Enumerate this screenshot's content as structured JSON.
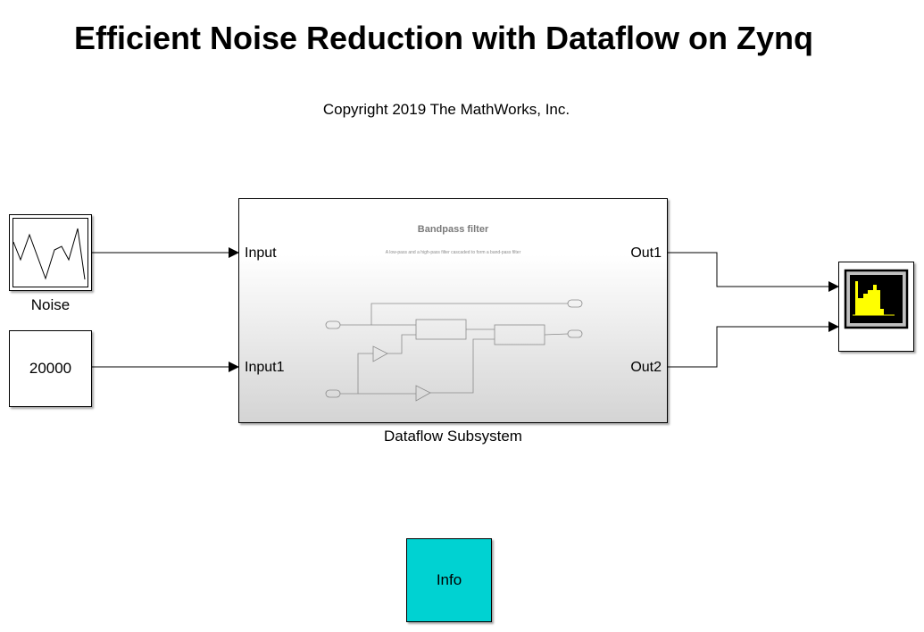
{
  "title": "Efficient Noise Reduction with Dataflow on Zynq",
  "copyright": "Copyright 2019 The MathWorks, Inc.",
  "blocks": {
    "noise": {
      "label": "Noise"
    },
    "constant": {
      "value": "20000"
    },
    "subsystem": {
      "label": "Dataflow Subsystem",
      "inputs": [
        "Input",
        "Input1"
      ],
      "outputs": [
        "Out1",
        "Out2"
      ],
      "preview_title": "Bandpass filter",
      "preview_description": "A low-pass and a high-pass filter cascaded to form a band-pass filter"
    },
    "scope": {
      "icon": "spectrum-analyzer-icon",
      "bar_color": "#ffff00"
    },
    "info": {
      "label": "Info",
      "color": "#00d2d2"
    }
  }
}
